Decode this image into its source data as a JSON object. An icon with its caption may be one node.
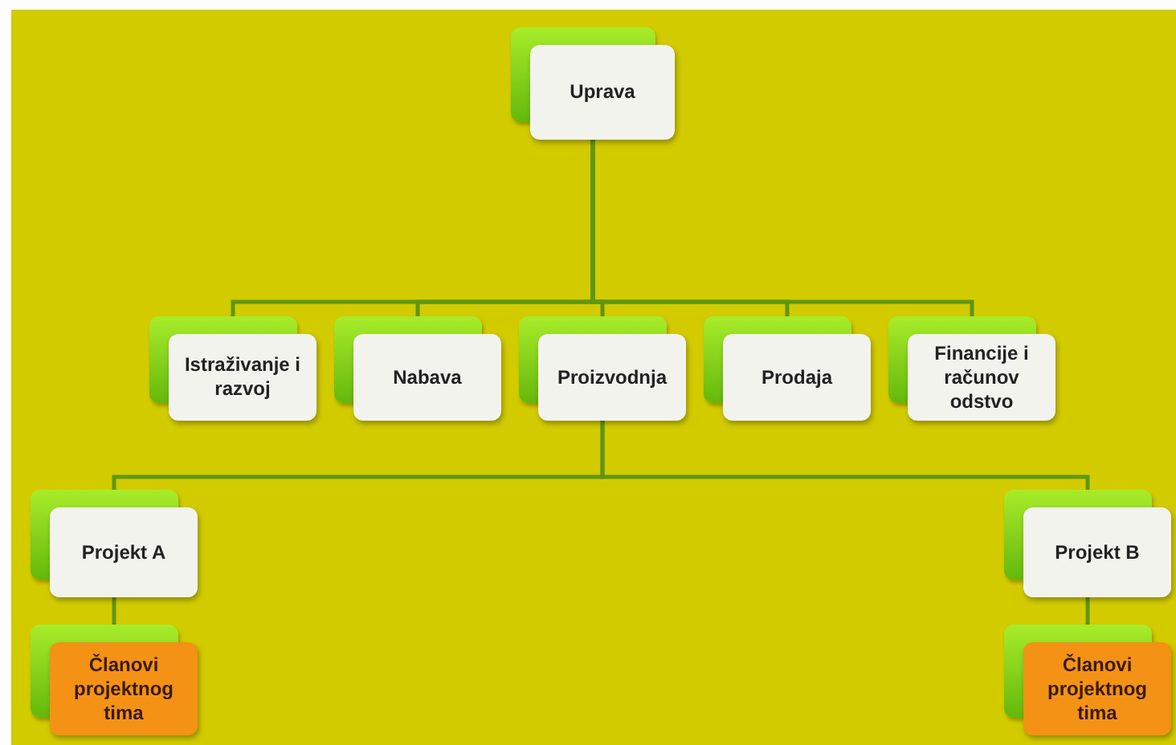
{
  "diagram": {
    "nodes": [
      {
        "text": [
          "Uprava"
        ]
      },
      {
        "text": [
          "Istraživanje i razvoj"
        ]
      },
      {
        "text": [
          "Nabava"
        ]
      },
      {
        "text": [
          "Proizvodnja"
        ]
      },
      {
        "text": [
          "Prodaja"
        ]
      },
      {
        "text": [
          "Financije i računov odstvo"
        ]
      },
      {
        "text": [
          "Projekt A"
        ]
      },
      {
        "text": [
          "Članovi projektnog tima"
        ]
      },
      {
        "text": [
          "Projekt B"
        ]
      },
      {
        "text": [
          "Članovi projektnog tima"
        ]
      }
    ],
    "edges": [
      {
        "from": 0,
        "to": 1,
        "arrow": "none"
      },
      {
        "from": 0,
        "to": 2,
        "arrow": "none"
      },
      {
        "from": 0,
        "to": 3,
        "arrow": "none"
      },
      {
        "from": 0,
        "to": 4,
        "arrow": "none"
      },
      {
        "from": 0,
        "to": 5,
        "arrow": "none"
      },
      {
        "from": 3,
        "to": 6,
        "arrow": "none"
      },
      {
        "from": 3,
        "to": 8,
        "arrow": "none"
      },
      {
        "from": 6,
        "to": 7,
        "arrow": "none"
      },
      {
        "from": 8,
        "to": 9,
        "arrow": "none"
      }
    ]
  }
}
